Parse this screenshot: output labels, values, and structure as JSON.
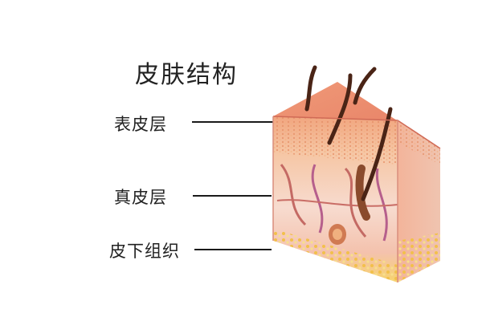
{
  "diagram": {
    "title": "皮肤结构",
    "layers": [
      {
        "label": "表皮层"
      },
      {
        "label": "真皮层"
      },
      {
        "label": "皮下组织"
      }
    ]
  },
  "colors": {
    "epidermis_top": "#e9826a",
    "epidermis_side": "#f4b48c",
    "dermis": "#f6d4c6",
    "subcutaneous": "#f5d36f",
    "hair": "#4a2416",
    "vessel": "#c46a64",
    "label_text": "#222222"
  }
}
